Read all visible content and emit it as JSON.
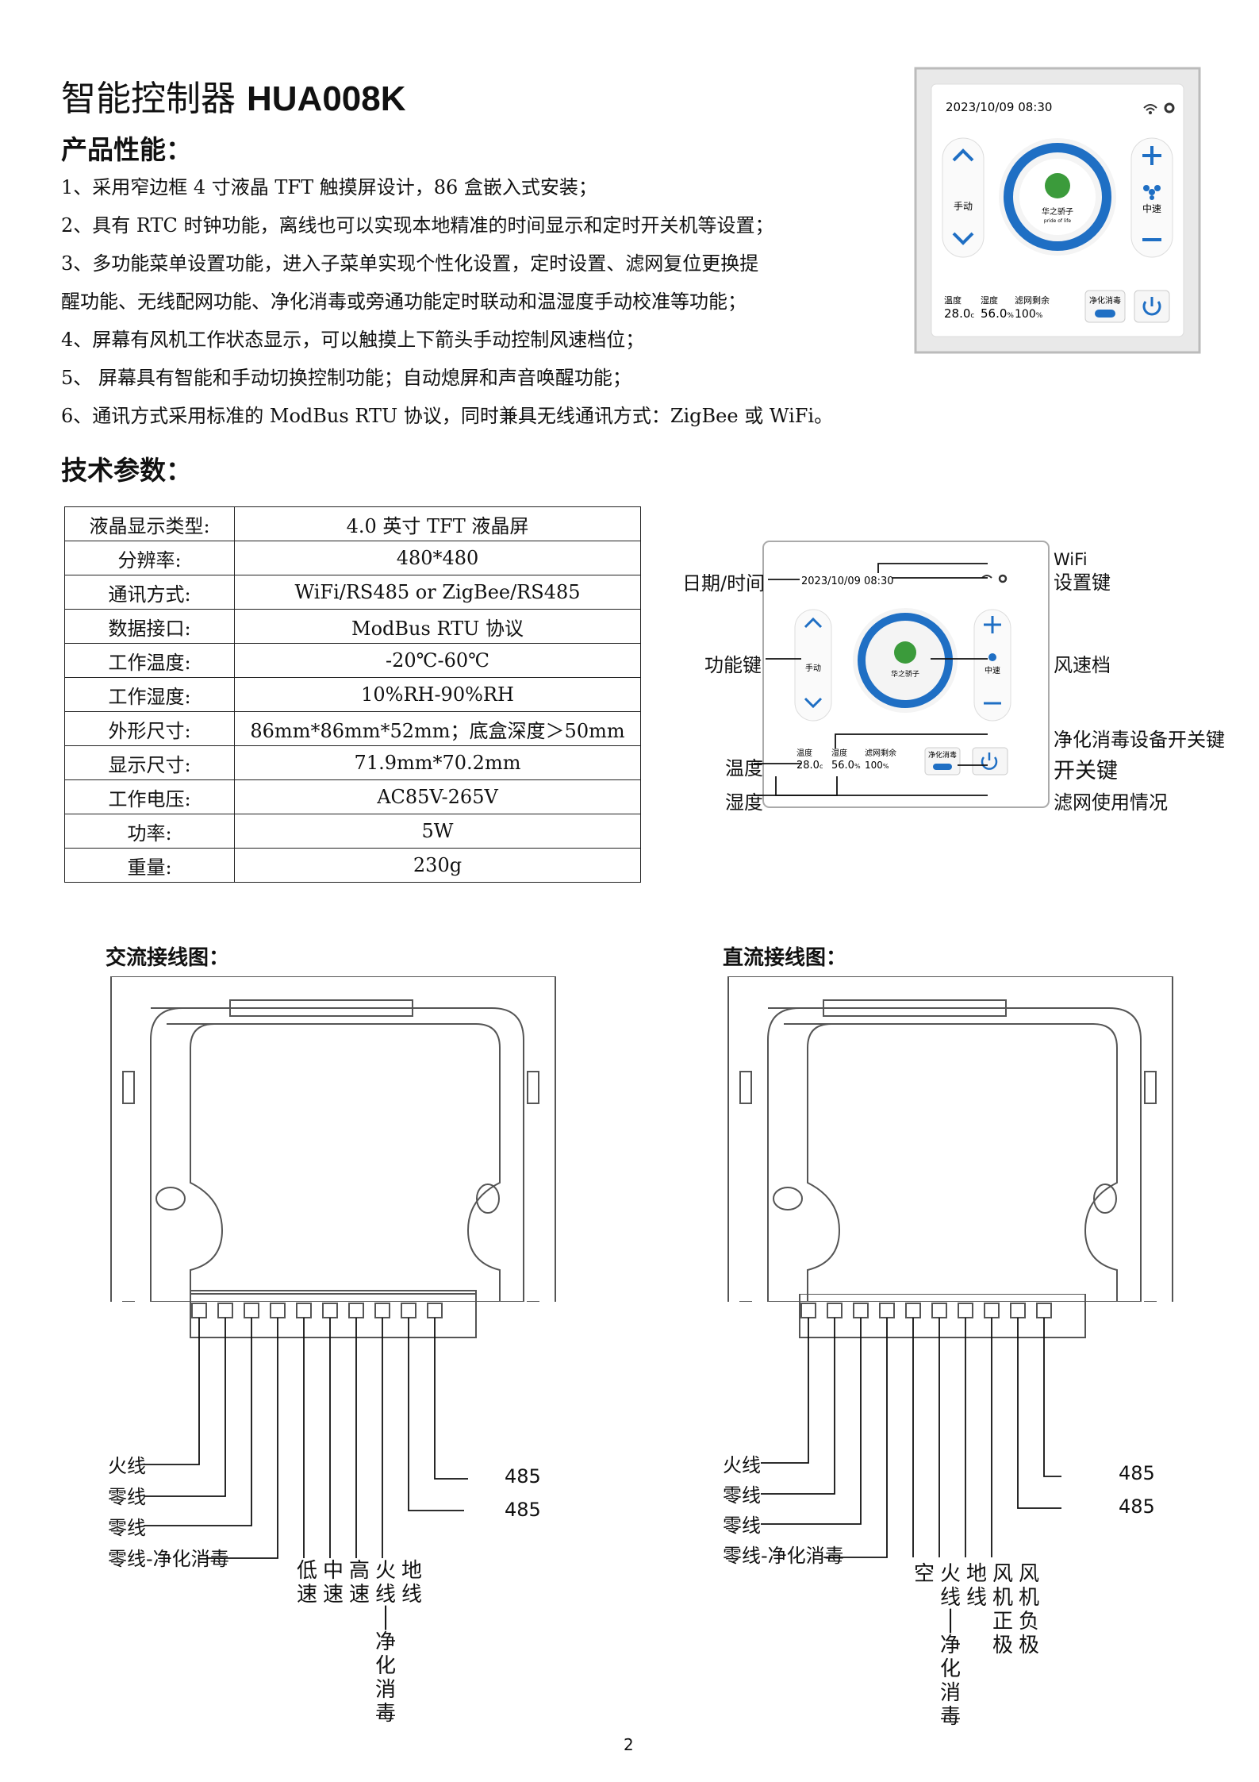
{
  "title": {
    "cn": "智能控制器",
    "model": "HUA008K"
  },
  "features": {
    "heading": "产品性能：",
    "items": [
      "1、采用窄边框 4 寸液晶 TFT 触摸屏设计，86 盒嵌入式安装；",
      "2、具有 RTC 时钟功能，离线也可以实现本地精准的时间显示和定时开关机等设置；",
      "3、多功能菜单设置功能，进入子菜单实现个性化设置，定时设置、滤网复位更换提",
      "醒功能、无线配网功能、净化消毒或旁通功能定时联动和温湿度手动校准等功能；",
      "4、屏幕有风机工作状态显示，可以触摸上下箭头手动控制风速档位；",
      "5、  屏幕具有智能和手动切换控制功能；自动熄屏和声音唤醒功能；",
      "6、通讯方式采用标准的 ModBus RTU 协议，同时兼具无线通讯方式：ZigBee 或 WiFi。"
    ]
  },
  "specs": {
    "heading": "技术参数：",
    "rows": [
      {
        "k": "液晶显示类型:",
        "v": "4.0 英寸  TFT 液晶屏"
      },
      {
        "k": "分辨率:",
        "v": "480*480"
      },
      {
        "k": "通讯方式:",
        "v": "WiFi/RS485 or ZigBee/RS485"
      },
      {
        "k": "数据接口:",
        "v": "ModBus RTU 协议"
      },
      {
        "k": "工作温度:",
        "v": "-20℃-60℃"
      },
      {
        "k": "工作湿度:",
        "v": "10%RH-90%RH"
      },
      {
        "k": "外形尺寸:",
        "v": "86mm*86mm*52mm；底盒深度＞50mm"
      },
      {
        "k": "显示尺寸:",
        "v": "71.9mm*70.2mm"
      },
      {
        "k": "工作电压:",
        "v": "AC85V-265V"
      },
      {
        "k": "功率:",
        "v": "5W"
      },
      {
        "k": "重量:",
        "v": "230g"
      }
    ]
  },
  "device": {
    "datetime": "2023/10/09   08:30",
    "mode_label": "手动",
    "speed_label": "中速",
    "brand_cn": "华之骄子",
    "brand_en": "pride of life",
    "temp_label": "温度",
    "temp_value": "28.0",
    "temp_unit": "c",
    "hum_label": "湿度",
    "hum_value": "56.0",
    "hum_unit": "%",
    "filter_label": "滤网剩余",
    "filter_value": "100",
    "filter_unit": "%",
    "purify_label": "净化消毒"
  },
  "callouts": {
    "datetime": "日期/时间",
    "wifi": "WiFi",
    "settings": "设置键",
    "function": "功能键",
    "fan_speed": "风速档",
    "purify_switch": "净化消毒设备开关键",
    "temperature": "温度",
    "power": "开关键",
    "humidity": "湿度",
    "filter": "滤网使用情况"
  },
  "wiring": {
    "ac_caption": "交流接线图：",
    "dc_caption": "直流接线图：",
    "ac_left": [
      "火线",
      "零线",
      "零线",
      "零线-净化消毒"
    ],
    "ac_bottom": [
      "低速",
      "中速",
      "高速",
      "火线|净化消毒",
      "地线"
    ],
    "ac_right": [
      "485",
      "485"
    ],
    "dc_left": [
      "火线",
      "零线",
      "零线",
      "零线-净化消毒"
    ],
    "dc_bottom": [
      "空",
      "火线|净化消毒",
      "地线",
      "风机正极",
      "风机负极"
    ],
    "dc_right": [
      "485",
      "485"
    ]
  },
  "page_number": "2",
  "colors": {
    "ring_blue": "#1f6fc4",
    "brand_green": "#3b9b3b"
  }
}
